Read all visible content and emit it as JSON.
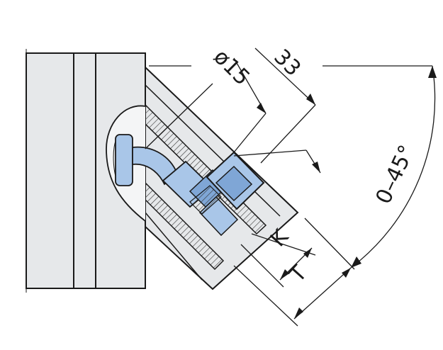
{
  "drawing": {
    "labels": {
      "diameter": "ø15",
      "depth": "33",
      "angle": "0–45°",
      "k": "K",
      "t": "T"
    },
    "colors": {
      "background": "#ffffff",
      "plate": "#e6e8ea",
      "outline": "#1a1a1a",
      "fitting": "#a9c6e8",
      "fitting_dark": "#7fa6d6"
    }
  }
}
